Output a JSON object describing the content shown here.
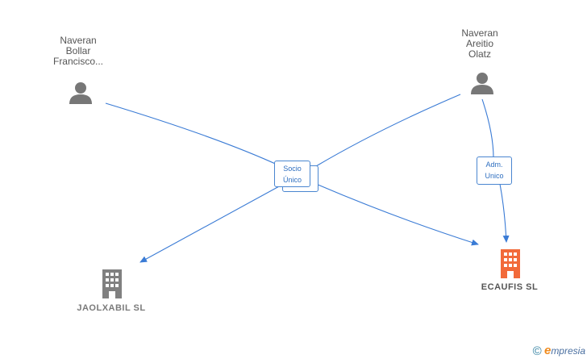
{
  "persons": [
    {
      "id": "p1",
      "lines": [
        "Naveran",
        "Bollar",
        "Francisco..."
      ]
    },
    {
      "id": "p2",
      "lines": [
        "Naveran",
        "Areitio",
        "Olatz"
      ]
    }
  ],
  "companies": [
    {
      "id": "c1",
      "name": "JAOLXABIL  SL",
      "highlight": false
    },
    {
      "id": "c2",
      "name": "ECAUFIS  SL",
      "highlight": true
    }
  ],
  "edges": [
    {
      "label_lines": [
        "Socio",
        "Único"
      ]
    },
    {
      "label_lines": [
        "Adm.",
        "Unico"
      ]
    }
  ],
  "footer": {
    "copyright": "©",
    "brand_initial": "e",
    "brand_rest": "mpresia"
  },
  "colors": {
    "edge": "#3a7bd5",
    "person_icon": "#777777",
    "company_icon": "#808080",
    "company_highlight": "#f26a3a"
  }
}
